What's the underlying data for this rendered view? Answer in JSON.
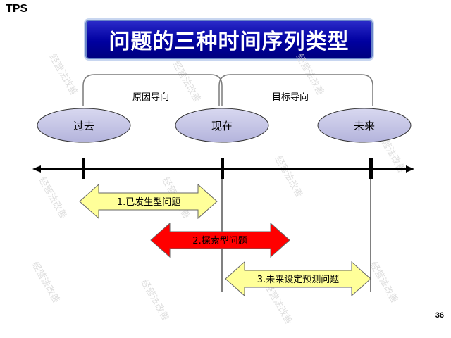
{
  "corner_label": "TPS",
  "title": "问题的三种时间序列类型",
  "page_number": "36",
  "watermark": "经营法改善",
  "braces": {
    "left_label": "原因导向",
    "right_label": "目标导向"
  },
  "timepoints": [
    "过去",
    "现在",
    "未来"
  ],
  "problem_types": [
    {
      "label": "1.已发生型问题",
      "color": "#ffff99"
    },
    {
      "label": "2.探索型问题",
      "color": "#ff0000"
    },
    {
      "label": "3.未来设定预测问题",
      "color": "#ffff99"
    }
  ],
  "colors": {
    "ellipse_fill": "#c8c8e6",
    "title_bg": "#0000a0"
  }
}
